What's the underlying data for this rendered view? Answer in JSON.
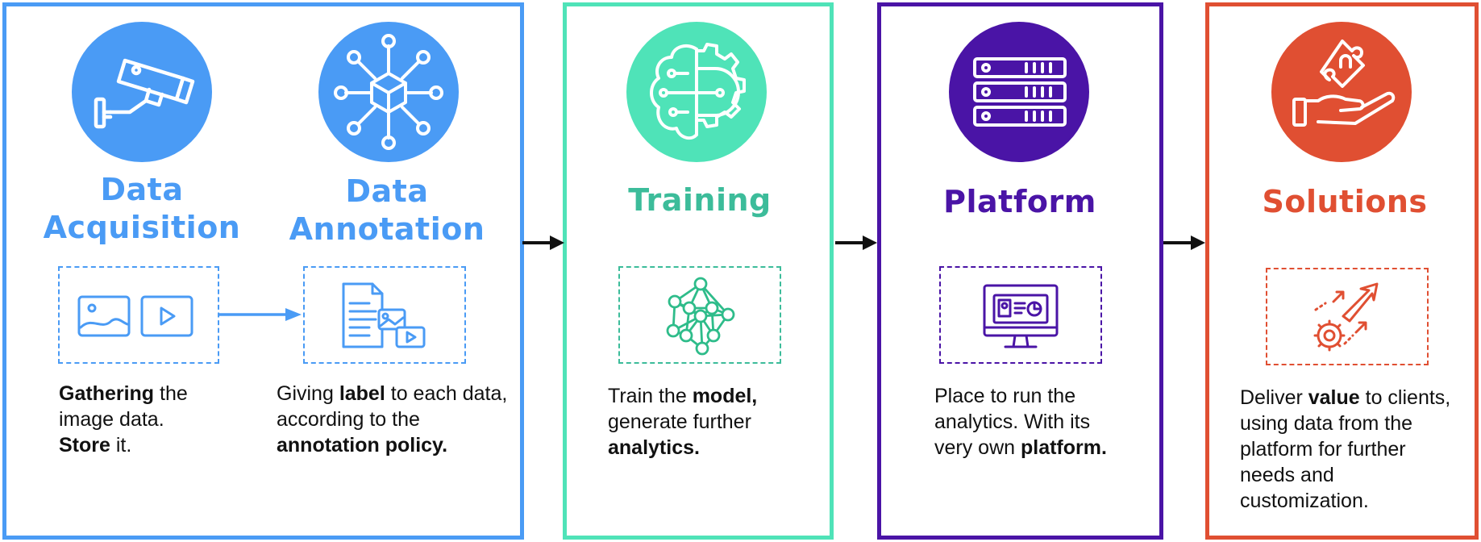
{
  "colors": {
    "acquisition": "#4a9bf5",
    "training": "#4fe3b8",
    "training_text": "#3cbc9a",
    "training_icon": "#2ebc8a",
    "platform": "#4a14a6",
    "solutions": "#e04f32",
    "arrow": "#111111"
  },
  "stages": {
    "acquisition": {
      "title_line1": "Data",
      "title_line2": "Acquisition",
      "icon": "security-camera-icon",
      "desc_bold1": "Gathering",
      "desc_text1": " the image data.",
      "desc_bold2": "Store",
      "desc_text2": " it."
    },
    "annotation": {
      "title_line1": "Data",
      "title_line2": "Annotation",
      "icon": "network-cube-icon",
      "desc_text1": "Giving ",
      "desc_bold1": "label",
      "desc_text2": " to each data, according to the ",
      "desc_bold2": "annotation policy."
    },
    "training": {
      "title": "Training",
      "icon": "brain-gear-icon",
      "desc_text1": "Train the ",
      "desc_bold1": "model,",
      "desc_text2": " generate further ",
      "desc_bold2": "analytics."
    },
    "platform": {
      "title": "Platform",
      "icon": "server-rack-icon",
      "desc_text1": "Place to run the analytics. With its very own ",
      "desc_bold1": "platform."
    },
    "solutions": {
      "title": "Solutions",
      "icon": "hand-puzzle-icon",
      "desc_text1": "Deliver ",
      "desc_bold1": "value",
      "desc_text2": " to clients, using data from the platform for further needs and customization."
    }
  }
}
